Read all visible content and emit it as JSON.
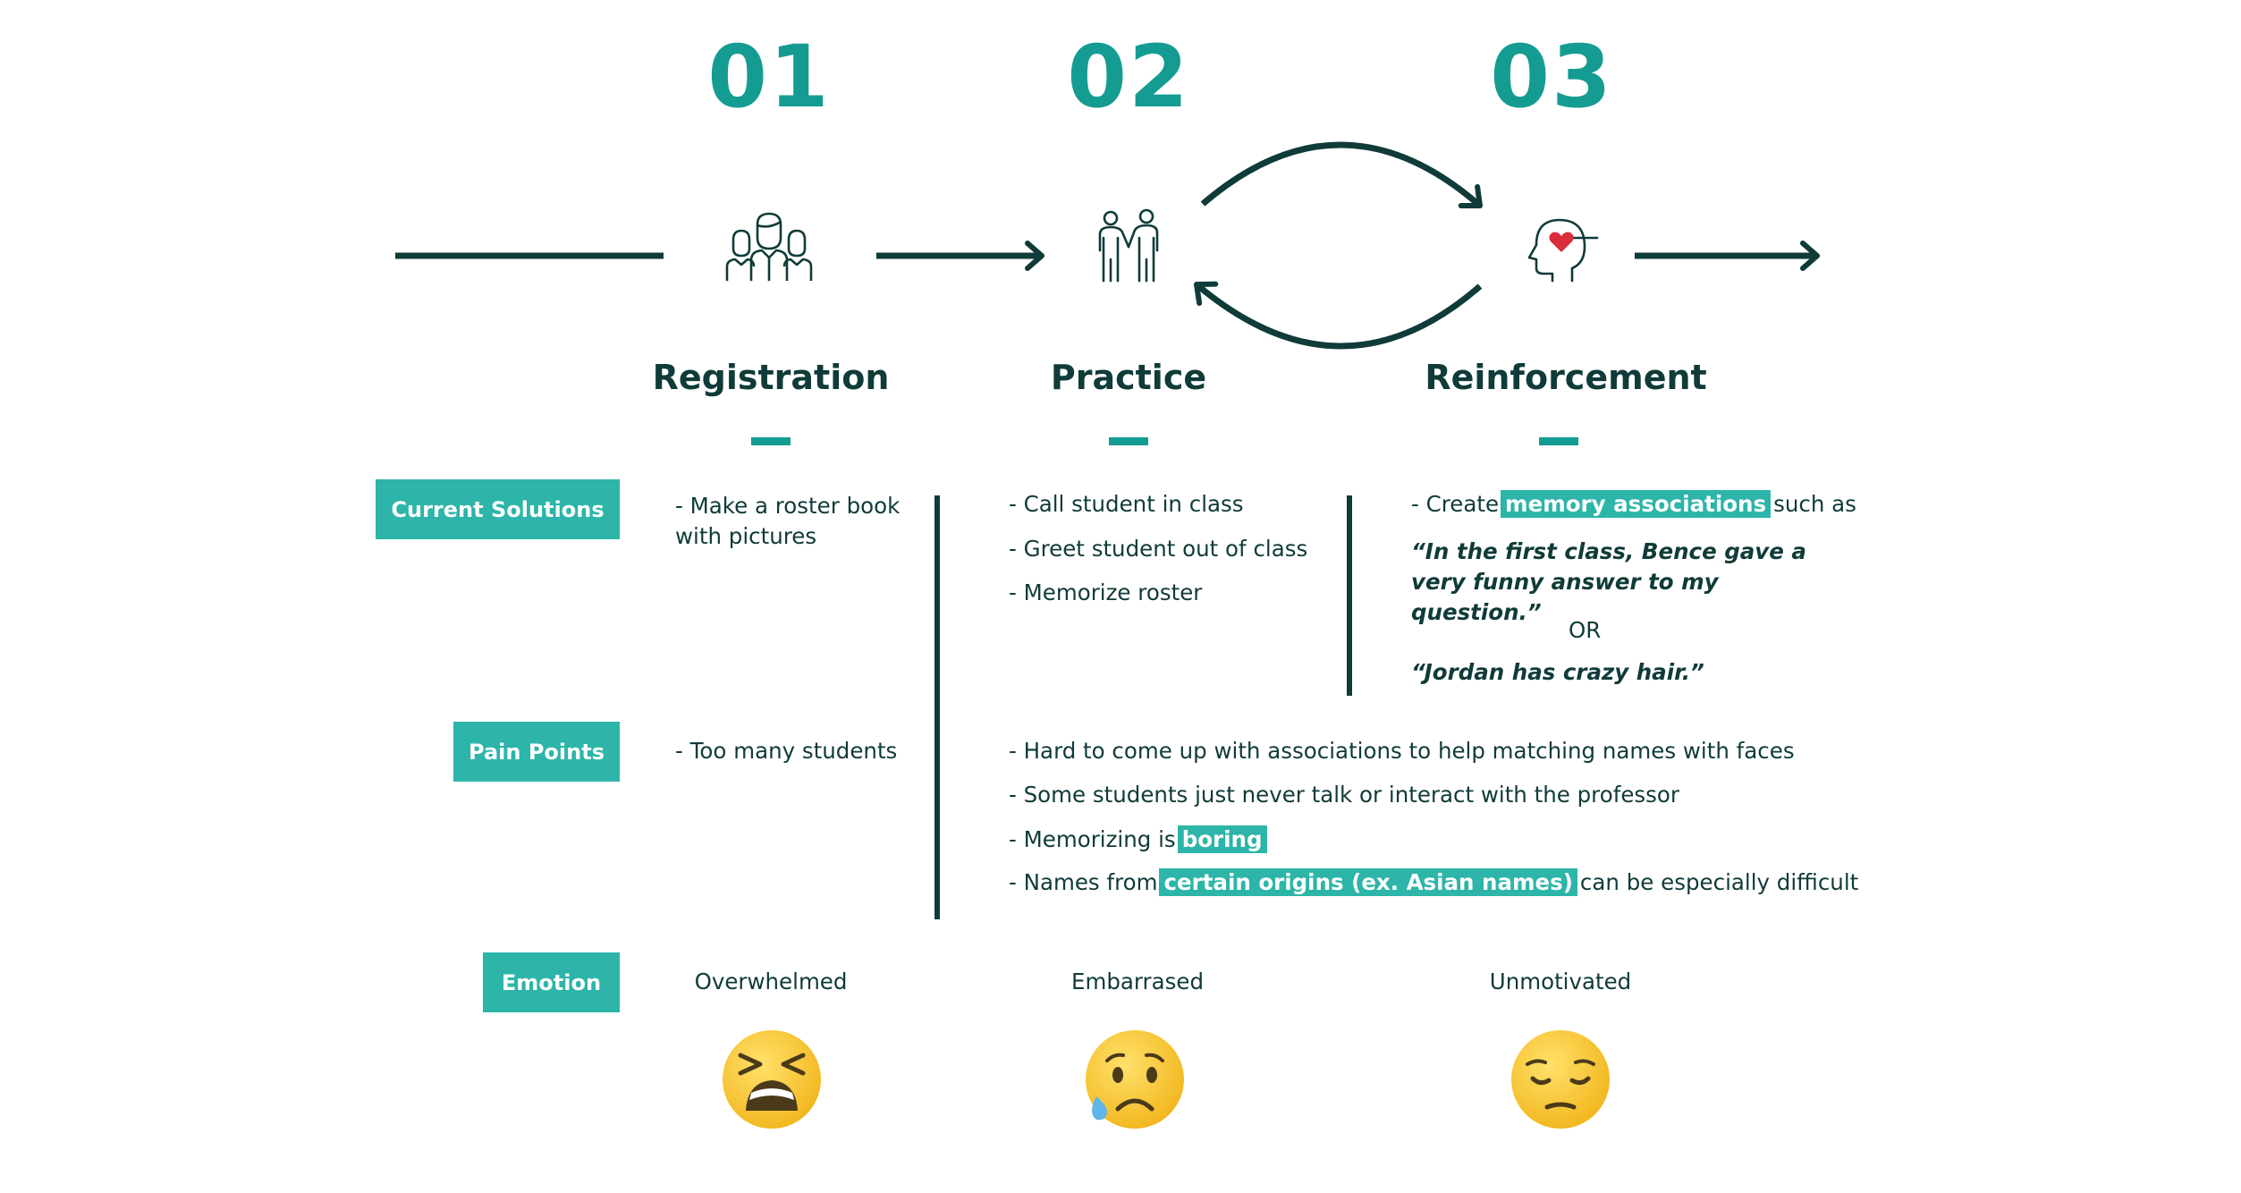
{
  "stages": [
    {
      "number": "01",
      "title": "Registration",
      "icon": "group-of-people-icon"
    },
    {
      "number": "02",
      "title": "Practice",
      "icon": "two-people-holding-hands-icon"
    },
    {
      "number": "03",
      "title": "Reinforcement",
      "icon": "head-with-heart-icon"
    }
  ],
  "rows": {
    "current_solutions": "Current Solutions",
    "pain_points": "Pain Points",
    "emotion": "Emotion"
  },
  "current_solutions": {
    "registration": "- Make a roster book with pictures",
    "practice": [
      "- Call student in class",
      "- Greet student out of class",
      "- Memorize roster"
    ],
    "reinforcement": {
      "prefix": "- Create",
      "highlight": "memory associations",
      "suffix": "such as",
      "quote1": "“In the first class, Bence gave a very funny answer to my question.”",
      "or": "OR",
      "quote2": "“Jordan has crazy hair.”"
    }
  },
  "pain_points": {
    "registration": "- Too many students",
    "others": {
      "item1": "- Hard to come up with associations to help matching names with faces",
      "item2": "- Some students just never talk or interact with the professor",
      "item3_prefix": "- Memorizing is",
      "item3_highlight": "boring",
      "item4_prefix": "- Names from",
      "item4_highlight": "certain origins (ex. Asian names)",
      "item4_suffix": "can be especially difficult"
    }
  },
  "emotions": [
    {
      "label": "Overwhelmed",
      "icon": "tired-face-emoji-icon"
    },
    {
      "label": "Embarrased",
      "icon": "sad-sweat-face-emoji-icon"
    },
    {
      "label": "Unmotivated",
      "icon": "pensive-face-emoji-icon"
    }
  ],
  "colors": {
    "accent": "#2cb5a8",
    "number": "#149c92",
    "dark": "#0f3b39",
    "heart": "#d92d3c",
    "emoji": "#f9c62b"
  }
}
